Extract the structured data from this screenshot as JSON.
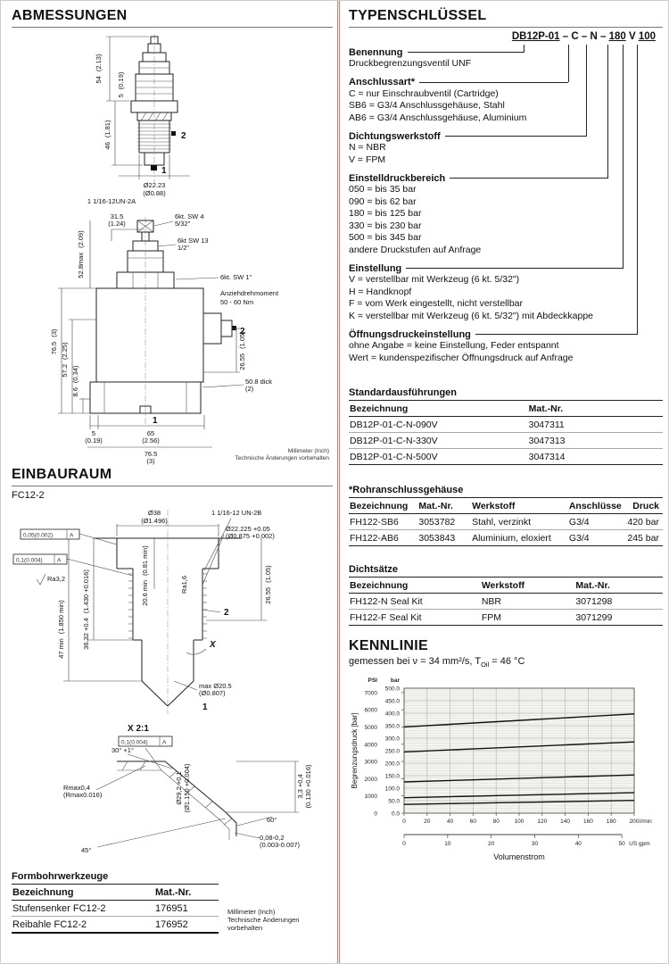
{
  "abmessungen": {
    "title": "ABMESSUNGEN",
    "d1": {
      "dim_54": "54",
      "dim_54_in": "(2.13)",
      "dim_5": "5",
      "dim_5_in": "(0.19)",
      "dim_46": "46",
      "dim_46_in": "(1.81)",
      "port_2": "2",
      "port_1": "1",
      "dia": "Ø22.23",
      "dia_in": "(Ø0.88)",
      "thread": "1 1/16-12UN-2A"
    },
    "d2": {
      "dim_315": "31.5",
      "dim_315_in": "(1.24)",
      "hex1a": "6kt. SW 4",
      "hex1b": "5/32\"",
      "hex2a": "6kt SW 13",
      "hex2b": "1/2\"",
      "dim_528": "52.8max",
      "dim_528_in": "(2.09)",
      "hex_big": "6kt. SW 1\"",
      "torque1": "Anziehdrehmoment",
      "torque2": "50 - 60 Nm",
      "dim_765l": "76.5",
      "dim_765l_in": "(3)",
      "dim_572": "57.2",
      "dim_572_in": "(2.25)",
      "dim_86": "8.6",
      "dim_86_in": "(0.34)",
      "dim_2655": "26.55",
      "dim_2655_in": "(1.05)",
      "dim_508": "50.8 dick",
      "dim_508_in": "(2)",
      "dim_5": "5",
      "dim_5_in": "(0.19)",
      "dim_65": "65",
      "dim_65_in": "(2.56)",
      "dim_765b": "76.5",
      "dim_765b_in": "(3)",
      "port_2": "2",
      "port_1": "1",
      "note1": "Millimeter (Inch)",
      "note2": "Technische Änderungen vorbehalten"
    }
  },
  "einbauraum": {
    "title": "EINBAURAUM",
    "subtitle": "FC12-2",
    "d3": {
      "dia38": "Ø38",
      "dia38_in": "(Ø1.496)",
      "thread": "1 1/16-12 UN-2B",
      "dia22": "Ø22.225 +0.05",
      "dia22_in": "(Ø0.875 +0.002)",
      "tol1": "0,05(0.002)",
      "tol1_ref": "A",
      "tol2": "0,1(0.004)",
      "tol2_ref": "A",
      "ra32": "Ra3,2",
      "ra16": "Ra1,6",
      "dim206": "20.6 min",
      "dim206_in": "(0.81 min)",
      "dim3632": "36.32 +0.4",
      "dim3632_in": "(1.430 +0.016)",
      "dim47": "47 min",
      "dim47_in": "(1.850 min)",
      "dim2655": "26.55",
      "dim2655_in": "(1.05)",
      "maxdia": "max Ø20.5",
      "maxdia_in": "(Ø0.807)",
      "xref": "X",
      "port_2": "2",
      "port_1": "1",
      "detail_title": "X  2:1",
      "tol3": "0,1(0.004)",
      "tol3_ref": "A",
      "angle30": "30° +1°",
      "dia292": "Ø29,2 +0,1",
      "dia292_in": "(Ø1.150 +0.004)",
      "rmax": "Rmax0,4",
      "rmax_in": "(Rmax0.016)",
      "angle45": "45°",
      "dim33": "3,3 +0,4",
      "dim33_in": "(0.130 +0.016)",
      "angle60": "60°",
      "dim008": "0,08-0,2",
      "dim008_in": "(0.003-0.007)"
    }
  },
  "formbohrwerkzeuge": {
    "title": "Formbohrwerkzeuge",
    "table": {
      "headers": [
        "Bezeichnung",
        "Mat.-Nr."
      ],
      "rows": [
        [
          "Stufensenker FC12-2",
          "176951"
        ],
        [
          "Reibahle FC12-2",
          "176952"
        ]
      ]
    },
    "note1": "Millimeter (Inch)",
    "note2": "Technische Änderungen vorbehalten"
  },
  "typenschluessel": {
    "title": "TYPENSCHLÜSSEL",
    "code_parts": [
      {
        "text": "DB12P-01",
        "underline": true
      },
      {
        "text": " – ",
        "underline": false
      },
      {
        "text": "C",
        "underline": false
      },
      {
        "text": " – ",
        "underline": false
      },
      {
        "text": "N",
        "underline": false
      },
      {
        "text": " – ",
        "underline": false
      },
      {
        "text": "180",
        "underline": true
      },
      {
        "text": " V ",
        "underline": false
      },
      {
        "text": "100",
        "underline": true
      }
    ],
    "sections": [
      {
        "title": "Benennung",
        "items": [
          "Druckbegrenzungsventil UNF"
        ]
      },
      {
        "title": "Anschlussart*",
        "items": [
          "C = nur Einschraubventil (Cartridge)",
          "SB6 = G3/4 Anschlussgehäuse, Stahl",
          "AB6 = G3/4 Anschlussgehäuse, Aluminium"
        ]
      },
      {
        "title": "Dichtungswerkstoff",
        "items": [
          "N = NBR",
          "V = FPM"
        ]
      },
      {
        "title": "Einstelldruckbereich",
        "items": [
          "050 = bis  35 bar",
          "090 = bis  62 bar",
          "180 = bis 125 bar",
          "330 = bis 230 bar",
          "500 = bis 345 bar",
          "andere Druckstufen auf Anfrage"
        ]
      },
      {
        "title": "Einstellung",
        "items": [
          "V = verstellbar mit Werkzeug (6 kt. 5/32\")",
          "H = Handknopf",
          "F = vom Werk eingestellt, nicht verstellbar",
          "K = verstellbar mit Werkzeug (6 kt. 5/32\") mit Abdeckkappe"
        ]
      },
      {
        "title": "Öffnungsdruckeinstellung",
        "items": [
          "ohne Angabe = keine Einstellung, Feder entspannt",
          "Wert = kundenspezifischer Öffnungsdruck auf Anfrage"
        ]
      }
    ]
  },
  "standard": {
    "title": "Standardausführungen",
    "table": {
      "headers": [
        "Bezeichnung",
        "Mat.-Nr."
      ],
      "rows": [
        [
          "DB12P-01-C-N-090V",
          "3047311"
        ],
        [
          "DB12P-01-C-N-330V",
          "3047313"
        ],
        [
          "DB12P-01-C-N-500V",
          "3047314"
        ]
      ]
    }
  },
  "gehaeuse": {
    "title": "*Rohranschlussgehäuse",
    "table": {
      "headers": [
        "Bezeichnung",
        "Mat.-Nr.",
        "Werkstoff",
        "Anschlüsse",
        "Druck"
      ],
      "rows": [
        [
          "FH122-SB6",
          "3053782",
          "Stahl, verzinkt",
          "G3/4",
          "420 bar"
        ],
        [
          "FH122-AB6",
          "3053843",
          "Aluminium, eloxiert",
          "G3/4",
          "245 bar"
        ]
      ]
    }
  },
  "dichtsaetze": {
    "title": "Dichtsätze",
    "table": {
      "headers": [
        "Bezeichnung",
        "Werkstoff",
        "Mat.-Nr."
      ],
      "rows": [
        [
          "FH122-N Seal Kit",
          "NBR",
          "3071298"
        ],
        [
          "FH122-F Seal Kit",
          "FPM",
          "3071299"
        ]
      ]
    }
  },
  "kennlinie": {
    "title": "KENNLINIE",
    "subtitle_pre": "gemessen bei ν = 34 mm²/s, T",
    "subtitle_sub": "Oil",
    "subtitle_post": " = 46 °C"
  },
  "chart_data": {
    "type": "line",
    "title": "",
    "ylabel": "Begrenzungsdruck [bar]",
    "xlabel": "Volumenstrom",
    "grid": true,
    "legend": false,
    "y_axis_bar": {
      "label": "bar",
      "min": 0,
      "max": 500,
      "step": 50
    },
    "y_axis_psi": {
      "label": "PSI",
      "min": 0,
      "max": 7000,
      "step": 1000,
      "psi_per_bar": 14.5038
    },
    "x_axis_lmin": {
      "label": "l/min",
      "min": 0,
      "max": 200,
      "step": 20
    },
    "x_axis_gpm": {
      "label": "US gpm",
      "min": 0,
      "max": 50,
      "step": 10,
      "lmin_per_gpm": 3.785
    },
    "x": [
      0,
      50,
      100,
      150,
      200
    ],
    "series": [
      {
        "name": "500",
        "values": [
          345,
          358,
          371,
          384,
          397
        ]
      },
      {
        "name": "330",
        "values": [
          245,
          255,
          265,
          275,
          285
        ]
      },
      {
        "name": "180",
        "values": [
          125,
          132,
          139,
          146,
          153
        ]
      },
      {
        "name": "090",
        "values": [
          62,
          67,
          72,
          77,
          82
        ]
      },
      {
        "name": "050",
        "values": [
          35,
          39,
          43,
          47,
          51
        ]
      }
    ]
  }
}
